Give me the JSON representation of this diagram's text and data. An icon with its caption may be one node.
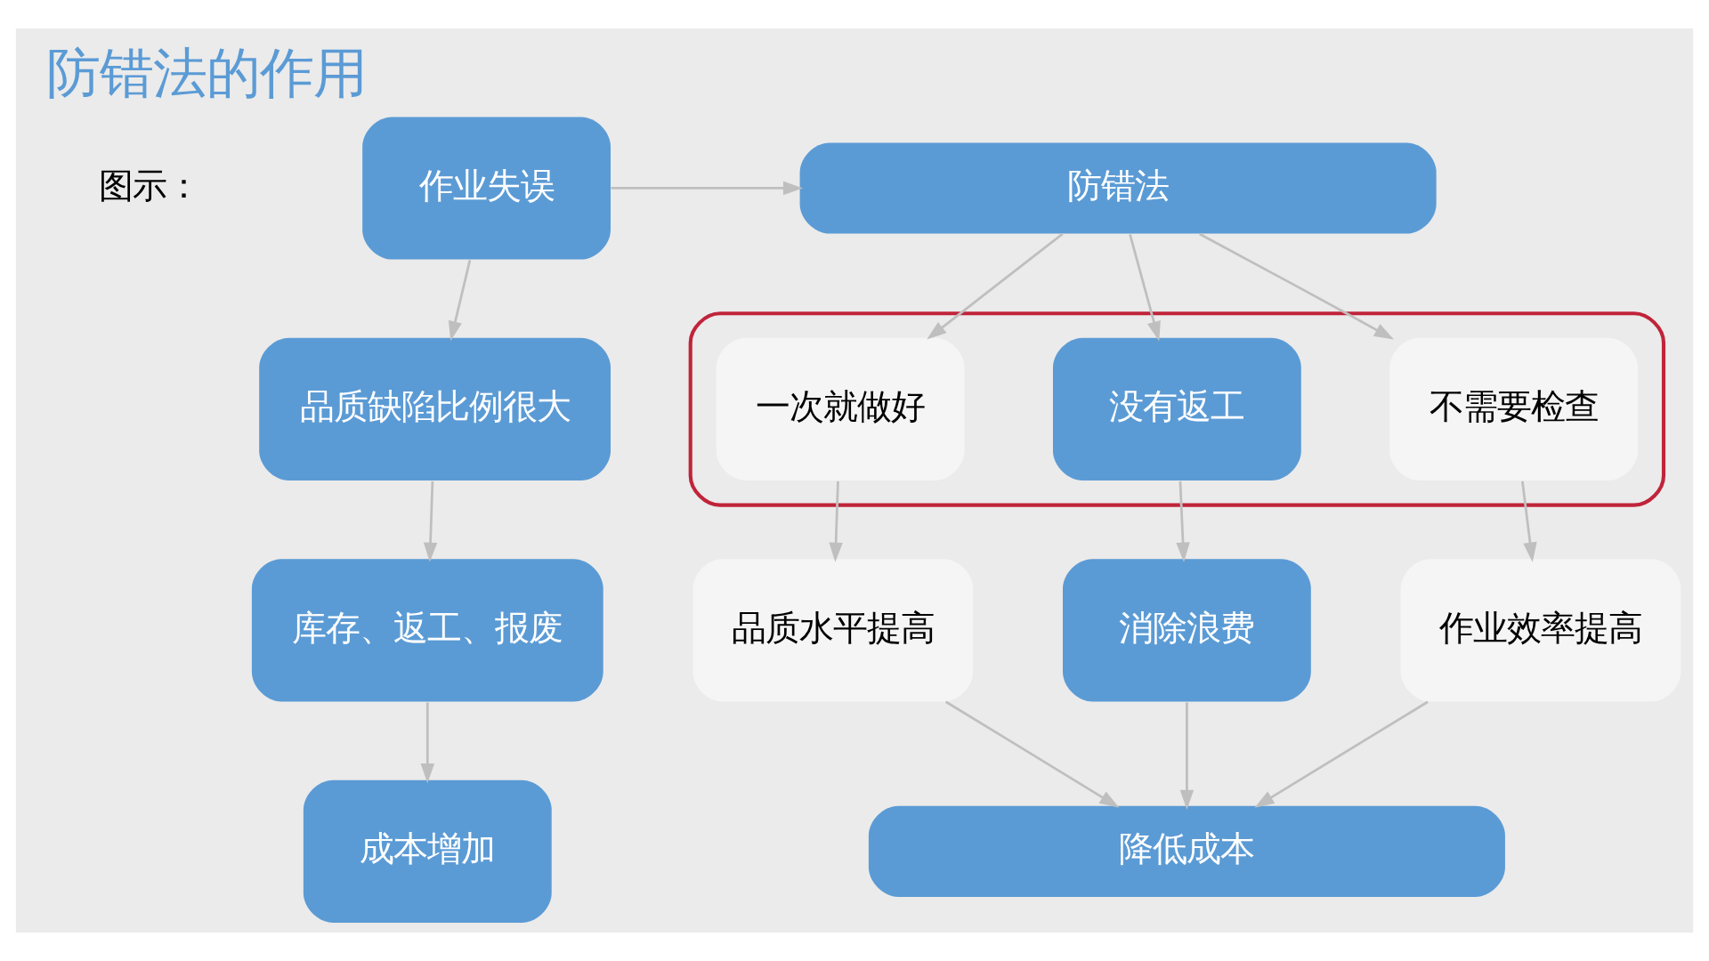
{
  "diagram": {
    "title": "防错法的作用",
    "nodes": [
      {
        "text": [
          "作业失误"
        ]
      },
      {
        "text": [
          "品质缺陷比例很大"
        ]
      },
      {
        "text": [
          "库存、返工、报废"
        ]
      },
      {
        "text": [
          "成本增加"
        ]
      },
      {
        "text": [
          "防错法"
        ]
      },
      {
        "text": [],
        "shape": "box"
      },
      {
        "text": [
          "一次就做好"
        ],
        "in": 5
      },
      {
        "text": [
          "没有返工"
        ],
        "in": 5
      },
      {
        "text": [
          "不需要检查"
        ],
        "in": 5
      },
      {
        "text": [
          "品质水平提高"
        ]
      },
      {
        "text": [
          "消除浪费"
        ]
      },
      {
        "text": [
          "作业效率提高"
        ]
      },
      {
        "text": [
          "降低成本"
        ]
      }
    ],
    "edges": [
      {
        "from": 0,
        "to": 1,
        "arrow": "to"
      },
      {
        "from": 1,
        "to": 2,
        "arrow": "to"
      },
      {
        "from": 2,
        "to": 3,
        "arrow": "to"
      },
      {
        "from": 0,
        "to": 4,
        "arrow": "to"
      },
      {
        "from": 4,
        "to": 6,
        "arrow": "to"
      },
      {
        "from": 4,
        "to": 7,
        "arrow": "to"
      },
      {
        "from": 4,
        "to": 8,
        "arrow": "to"
      },
      {
        "from": 6,
        "to": 9,
        "arrow": "to"
      },
      {
        "from": 7,
        "to": 10,
        "arrow": "to"
      },
      {
        "from": 8,
        "to": 11,
        "arrow": "to"
      },
      {
        "from": 9,
        "to": 12,
        "arrow": "to"
      },
      {
        "from": 10,
        "to": 12,
        "arrow": "to"
      },
      {
        "from": 11,
        "to": 12,
        "arrow": "to"
      }
    ],
    "labels": [
      "图示："
    ]
  }
}
